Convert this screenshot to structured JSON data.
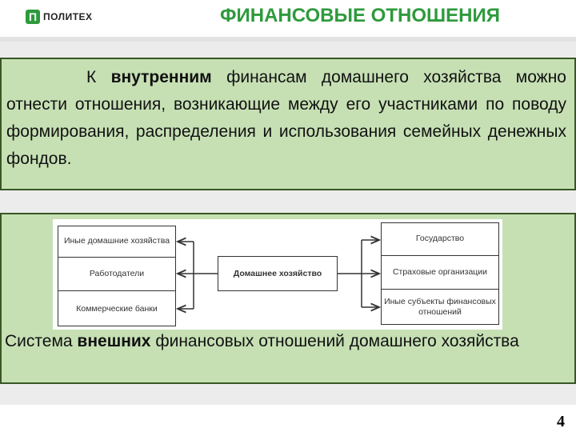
{
  "header": {
    "logo_mark": "П",
    "logo_text": "ПОЛИТЕХ",
    "title": "ФИНАНСОВЫЕ ОТНОШЕНИЯ"
  },
  "internal": {
    "prefix": "К",
    "bold": "внутренним",
    "text": "финансам домашнего хозяйства можно отнести отношения, возникающие между его участниками по поводу формирования, распределения и использования семейных денежных фондов."
  },
  "diagram": {
    "left_items": [
      "Иные домашние хозяйства",
      "Работодатели",
      "Коммерческие банки"
    ],
    "center": "Домашнее хозяйство",
    "right_items": [
      "Государство",
      "Страховые организации",
      "Иные субъекты финансовых отношений"
    ]
  },
  "external": {
    "prefix": "Система",
    "bold": "внешних",
    "text": "финансовых отношений домашнего хозяйства"
  },
  "page_number": "4"
}
